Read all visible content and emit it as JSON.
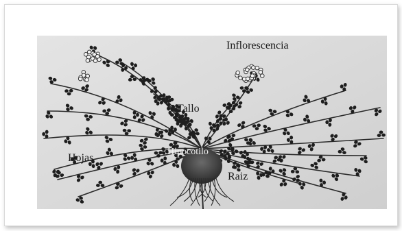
{
  "labels": {
    "inflorescence": "Inflorescencia",
    "stem": "Tallo",
    "leaves": "Hojas",
    "hypocotyl": "Hipocotilo",
    "root": "Raiz"
  },
  "colors": {
    "paper": "#d8d8d8",
    "ink": "#1e1e1e",
    "frame_border": "#d9d9d9"
  }
}
